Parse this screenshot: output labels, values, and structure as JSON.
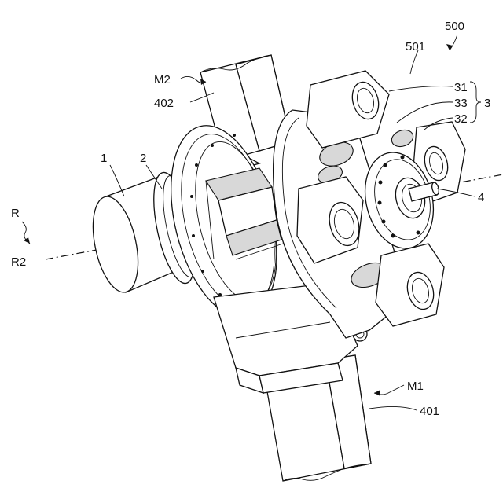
{
  "figure": {
    "labels": {
      "assembly": "500",
      "sub_assembly": "501",
      "ref_31": "31",
      "ref_33": "33",
      "ref_32": "32",
      "ref_3": "3",
      "ref_1": "1",
      "ref_2": "2",
      "ref_4": "4",
      "axis_R": "R",
      "axis_R2": "R2",
      "motion_M2": "M2",
      "ref_402": "402",
      "motion_M1": "M1",
      "ref_401": "401"
    }
  }
}
